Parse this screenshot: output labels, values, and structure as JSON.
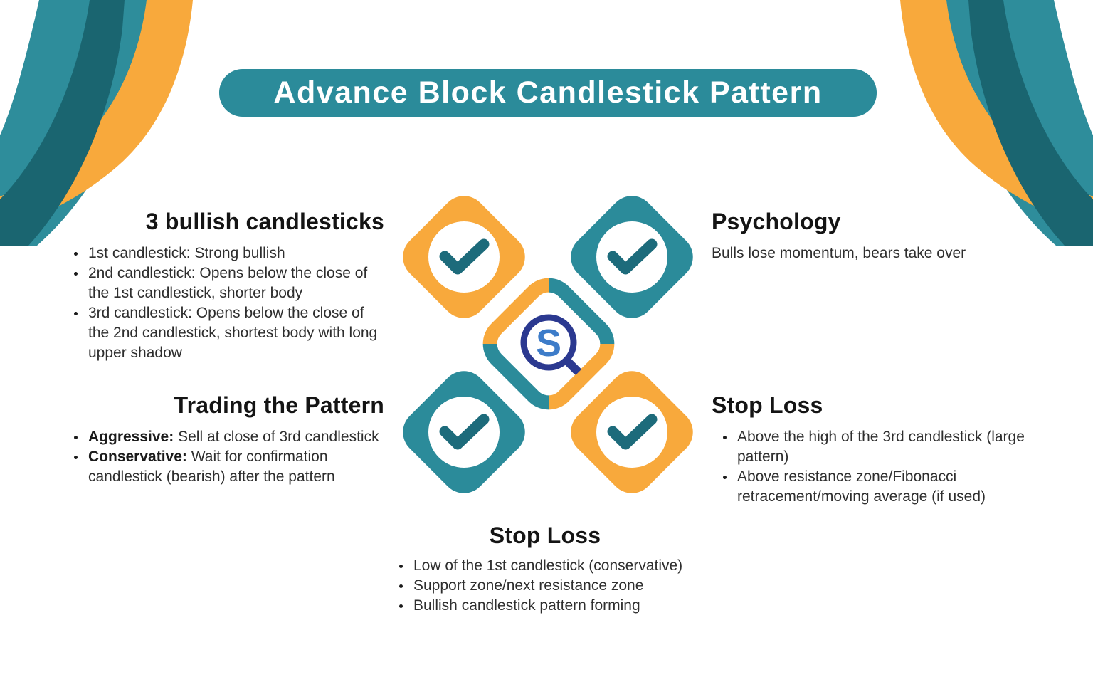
{
  "title": "Advance Block Candlestick Pattern",
  "colors": {
    "teal": "#2b8b9a",
    "teal-dark": "#1d6b7b",
    "teal-ribbon": "#2e8d9b",
    "teal-ribbon-dark": "#1a6570",
    "orange": "#f8a93c",
    "logo-navy": "#2b3990",
    "logo-blue": "#3d7cc9",
    "heading": "#141414",
    "body": "#2e2e2e"
  },
  "sections": {
    "bullish": {
      "heading": "3 bullish candlesticks",
      "bullets": [
        "1st candlestick: Strong bullish",
        "2nd candlestick: Opens below the close of the 1st candlestick, shorter body",
        "3rd candlestick: Opens below the close of the 2nd candlestick, shortest body with long upper shadow"
      ]
    },
    "psychology": {
      "heading": "Psychology",
      "text": "Bulls lose momentum, bears take over"
    },
    "trading": {
      "heading": "Trading the Pattern",
      "bullets": [
        {
          "label": "Aggressive:",
          "text": "Sell at close of 3rd candlestick"
        },
        {
          "label": "Conservative:",
          "text": "Wait for confirmation candlestick (bearish) after the pattern"
        }
      ]
    },
    "stop_loss_side": {
      "heading": "Stop Loss",
      "bullets": [
        "Above the high of the 3rd candlestick (large pattern)",
        "Above resistance zone/Fibonacci retracement/moving average (if used)"
      ]
    },
    "stop_loss_bottom": {
      "heading": "Stop Loss",
      "bullets": [
        "Low of the 1st candlestick (conservative)",
        "Support zone/next resistance zone",
        "Bullish candlestick pattern forming"
      ]
    }
  },
  "center_graphic": {
    "logo_letter": "S"
  }
}
